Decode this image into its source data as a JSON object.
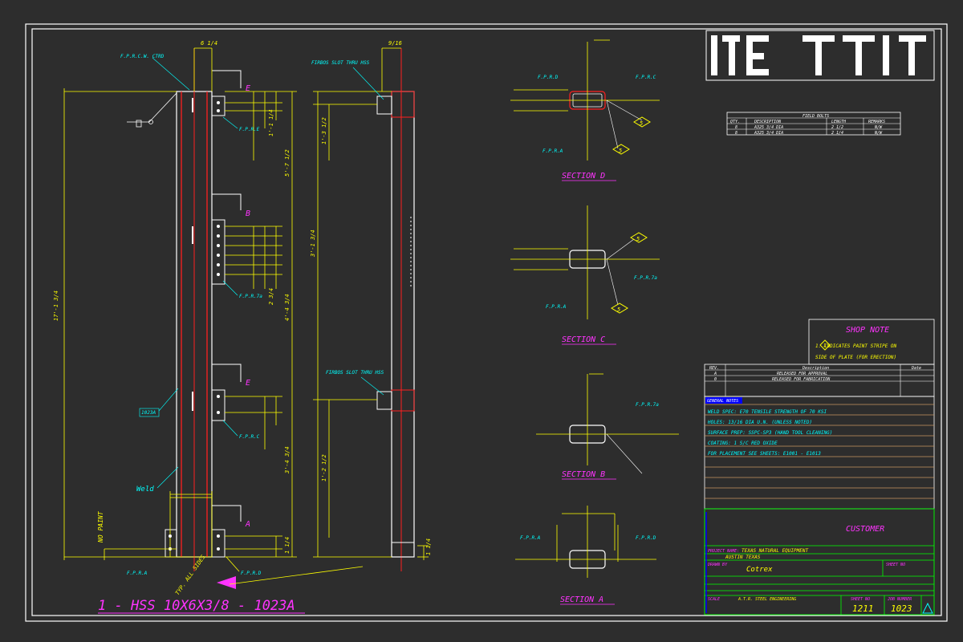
{
  "drawing": {
    "main_title": "1 - HSS 10X6X3/8 - 1023A",
    "total_height_dim": "17'-1 3/4",
    "no_paint_label": "NO PAINT",
    "typ_all_sides": "TYP. ALL SIDES",
    "weld_label": "Weld",
    "mark_label": "1023A",
    "fp_labels": {
      "top": "F.P.R.C.W. CTRD",
      "fp_a": "F.P.R.A",
      "fp_b": "F.P.R.7a",
      "fp_c": "F.P.R.C",
      "fp_d": "F.P.R.D",
      "fp_e": "F.P.R.E"
    },
    "slot_labels": {
      "upper": "FIRBOS SLOT THRU HSS",
      "lower": "FIRBOS SLOT THRU HSS"
    },
    "elev_letters": [
      "E",
      "B",
      "E",
      "A"
    ],
    "width_dim": "6 1/4",
    "segment_dims": [
      "2 3/4",
      "5'-7 1/2",
      "4'-4 3/4",
      "3'-4 3/4",
      "1'-1 1/4",
      "1 1/4"
    ],
    "right_segment_dims": [
      "9/16",
      "3'-1 3/4",
      "1'-3 1/2",
      "1'-2 1/2",
      "1 1/4"
    ]
  },
  "sections": [
    {
      "title": "SECTION D",
      "weld_num": "5",
      "weld_num2": "5"
    },
    {
      "title": "SECTION C",
      "weld_num": "5",
      "weld_num2": "5"
    },
    {
      "title": "SECTION B"
    },
    {
      "title": "SECTION A"
    }
  ],
  "field_bolts": {
    "title": "FIELD BOLTS",
    "headers": [
      "QTY.",
      "DESCRIPTION",
      "LENGTH",
      "REMARKS"
    ],
    "rows": [
      [
        "8",
        "A325 3/4 DIA",
        "2 1/2",
        "N/W"
      ],
      [
        "8",
        "A325 3/4 DIA",
        "2 1/4",
        "N/W"
      ]
    ]
  },
  "shop_note": {
    "title": "SHOP NOTE",
    "line1": "1.      INDICATES PAINT STRIPE ON",
    "line2": "SIDE OF PLATE (FOR ERECTION)",
    "badge": "1"
  },
  "revisions": {
    "headers": [
      "REV.",
      "Description",
      "Date"
    ],
    "rows": [
      [
        "A",
        "RELEASED FOR APPROVAL",
        ""
      ],
      [
        "0",
        "RELEASED FOR FABRICATION",
        ""
      ]
    ]
  },
  "general_notes": {
    "header": "GENERAL NOTES",
    "lines": [
      "WELD SPEC: E70 TENSILE STRENGTH OF 70 KSI",
      "HOLES: 13/16 DIA U.N. (UNLESS NOTED)",
      "SURFACE PREP: SSPC-SP3 (HAND TOOL CLEANING)",
      "COATING: 1 S/C RED OXIDE",
      "FOR PLACEMENT SEE SHEETS: E1001 - E1013"
    ]
  },
  "title_block": {
    "customer": "CUSTOMER",
    "project_label": "PROJECT NAME:",
    "project_name": "TEXAS NATURAL EQUIPMENT",
    "location": "AUSTIN TEXAS",
    "drawn_label": "DRAWN BY",
    "drawn_by": "Cotrex",
    "sheet_label": "SHEET NO",
    "sheet": "1211",
    "job_label": "JOB NUMBER",
    "job": "1023",
    "company": "A.T.R. STEEL ENGINEERING",
    "scale_label": "SCALE"
  },
  "colors": {
    "background": "#2d2d2d",
    "border": "#ffffff",
    "dimension": "#ffff00",
    "label": "#00ffff",
    "title": "#ff33ff",
    "centerline": "#ff2020",
    "grid": "#00ff00",
    "note_line": "#c89660"
  }
}
